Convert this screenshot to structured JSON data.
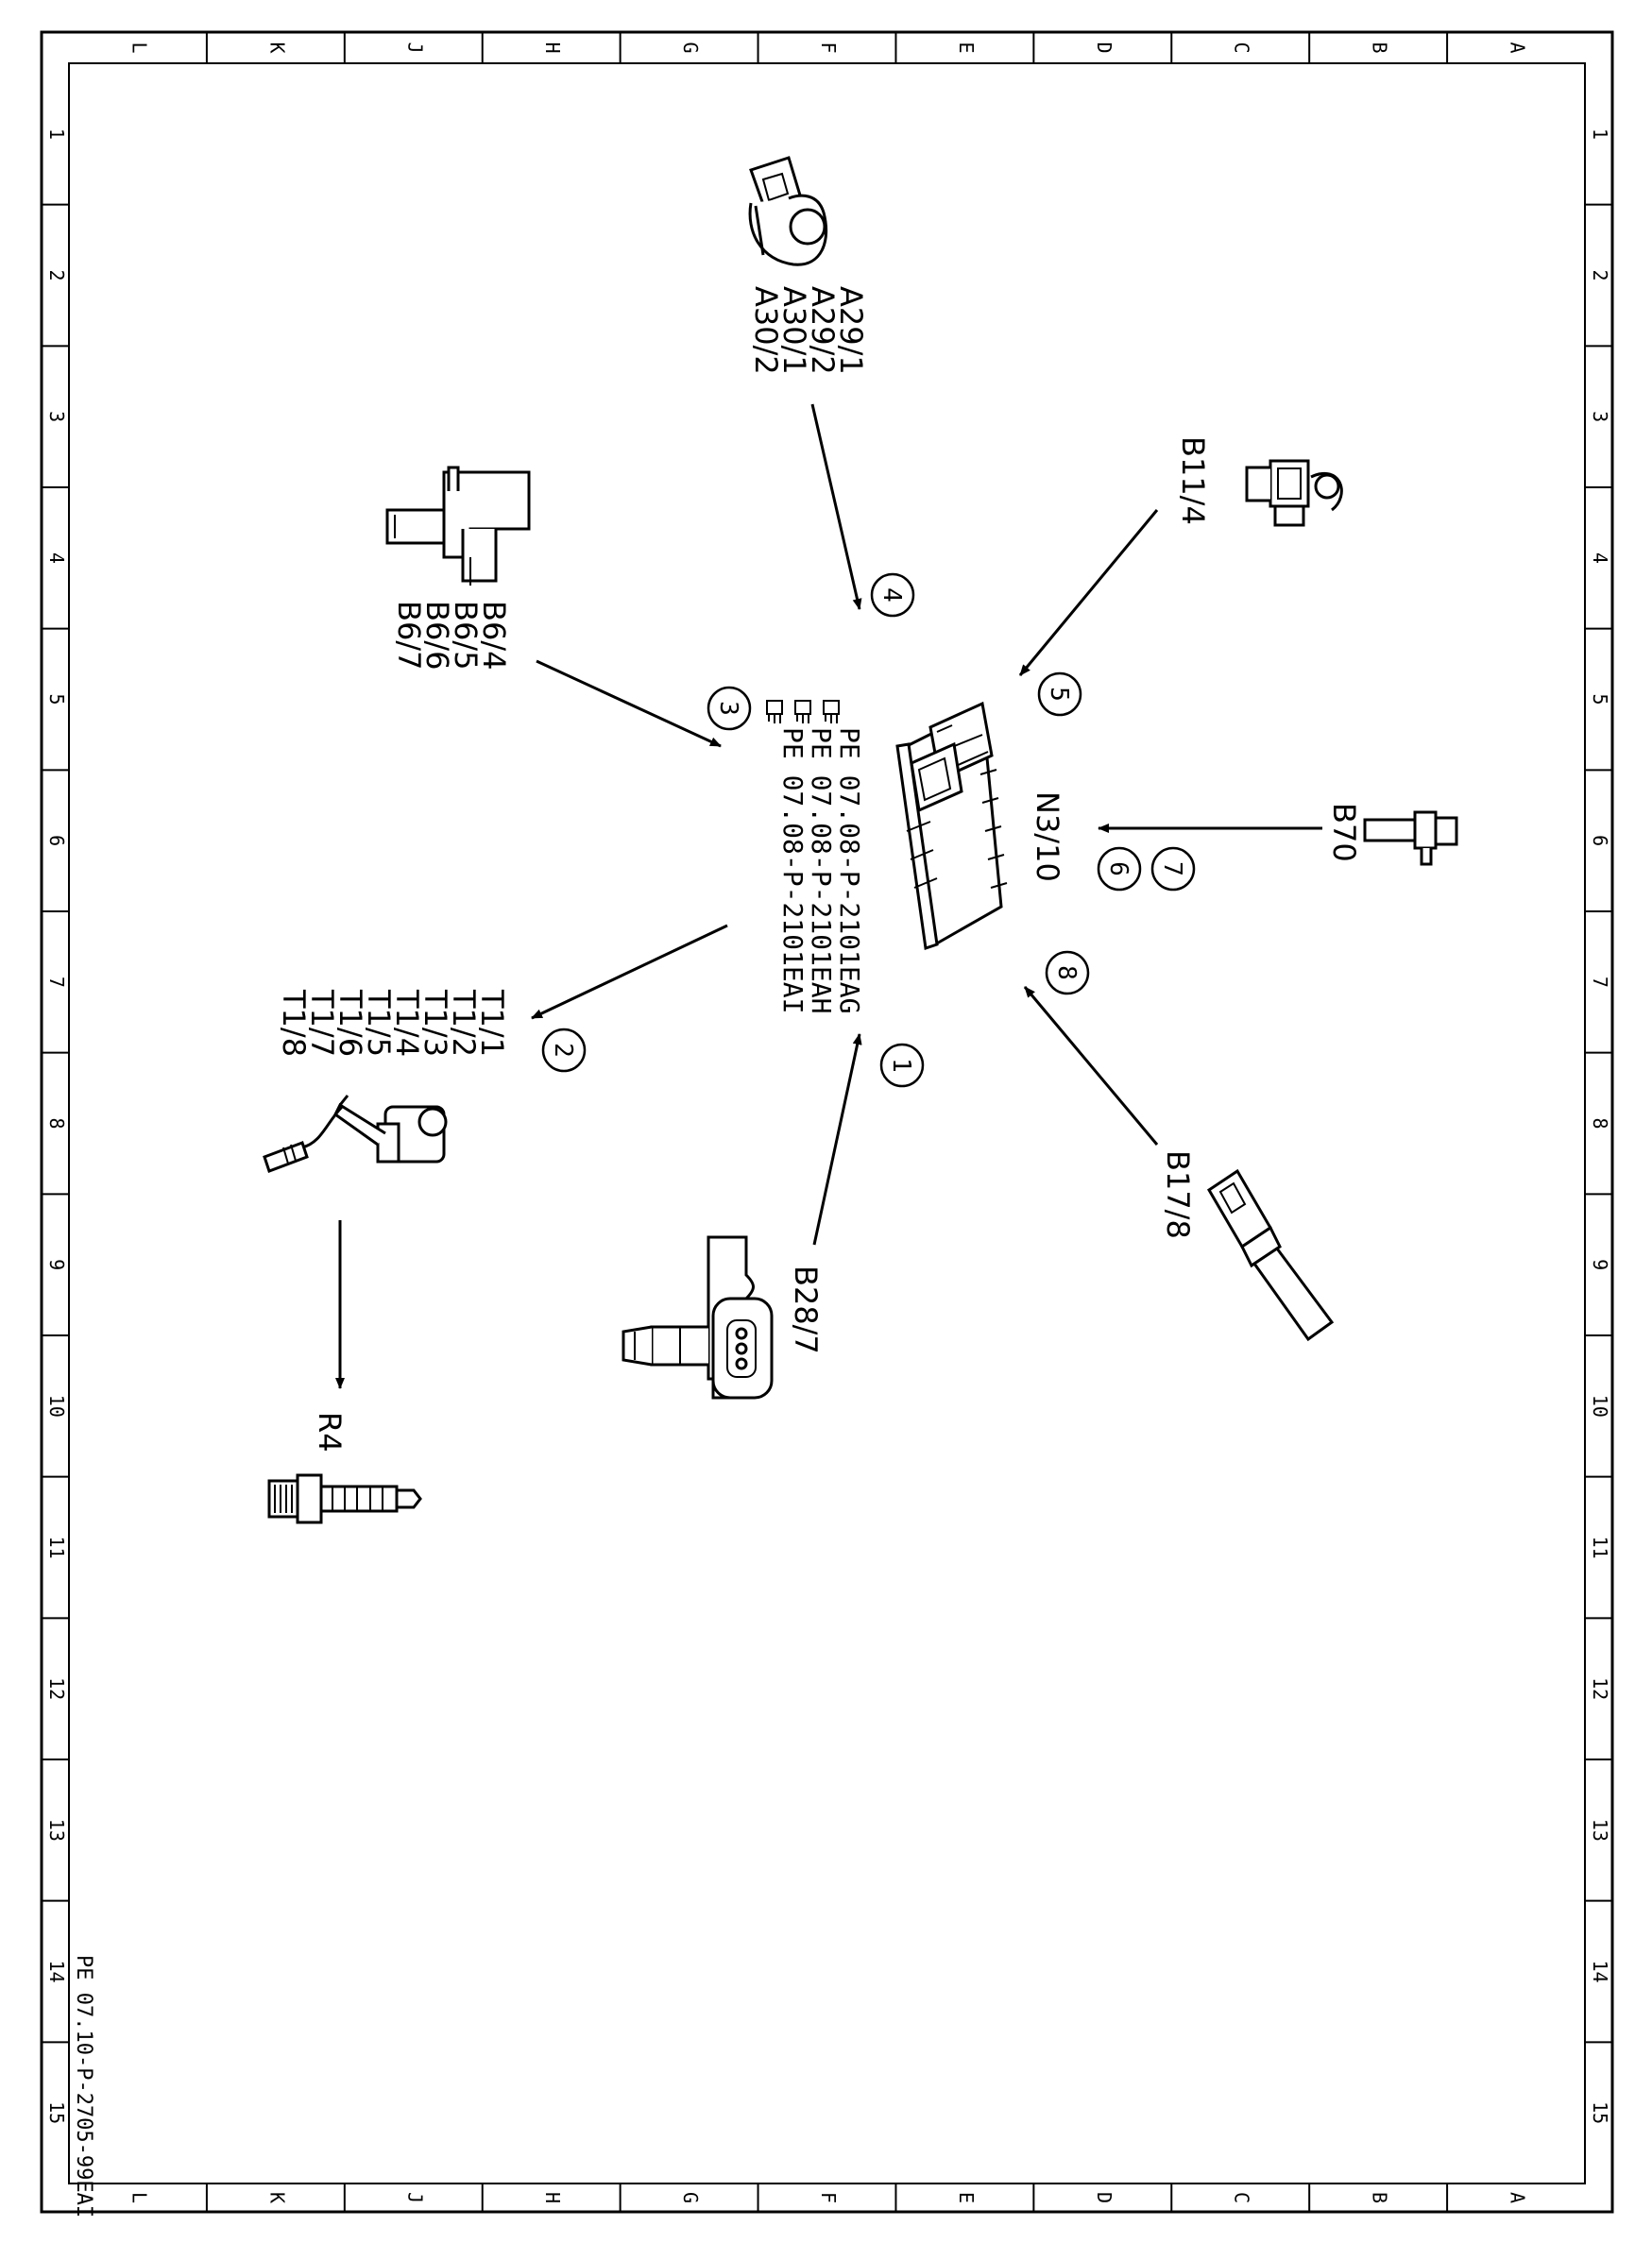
{
  "sheet": {
    "column_letters": [
      "L",
      "K",
      "J",
      "H",
      "G",
      "F",
      "E",
      "D",
      "C",
      "B",
      "A"
    ],
    "row_numbers": [
      "1",
      "2",
      "3",
      "4",
      "5",
      "6",
      "7",
      "8",
      "9",
      "10",
      "11",
      "12",
      "13",
      "14",
      "15"
    ],
    "document_id": "PE 07.10-P-2705-99EAI"
  },
  "diagram": {
    "central_unit": {
      "label_line1": "N3/10"
    },
    "references": [
      "PE 07.08-P-2101EAG",
      "PE 07.08-P-2101EAH",
      "PE 07.08-P-2101EAI"
    ],
    "components": {
      "a29_a30": [
        "A29/1",
        "A29/2",
        "A30/1",
        "A30/2"
      ],
      "b6": [
        "B6/4",
        "B6/5",
        "B6/6",
        "B6/7"
      ],
      "t1": [
        "T1/1",
        "T1/2",
        "T1/3",
        "T1/4",
        "T1/5",
        "T1/6",
        "T1/7",
        "T1/8"
      ],
      "b11_4": "B11/4",
      "b70": "B70",
      "b17_8": "B17/8",
      "b28_7": "B28/7",
      "r4": "R4"
    },
    "callouts": [
      "1",
      "2",
      "3",
      "4",
      "5",
      "6",
      "7",
      "8"
    ]
  }
}
